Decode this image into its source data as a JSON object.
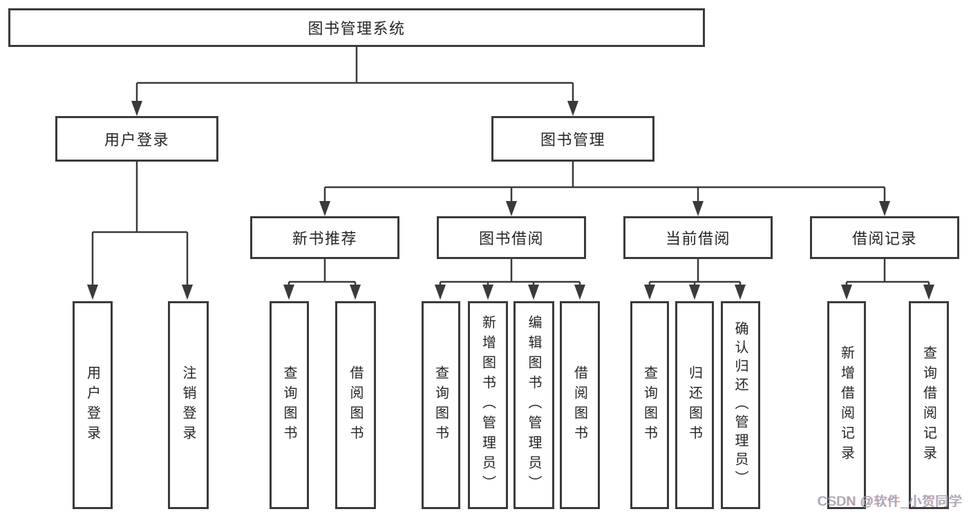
{
  "diagram": {
    "root": {
      "label": "图书管理系统"
    },
    "level2": [
      {
        "label": "用户登录"
      },
      {
        "label": "图书管理"
      }
    ],
    "level3": [
      {
        "label": "新书推荐"
      },
      {
        "label": "图书借阅"
      },
      {
        "label": "当前借阅"
      },
      {
        "label": "借阅记录"
      }
    ],
    "leaves": [
      {
        "label": "用户登录"
      },
      {
        "label": "注销登录"
      },
      {
        "label": "查询图书"
      },
      {
        "label": "借阅图书"
      },
      {
        "label": "查询图书"
      },
      {
        "label": "新增图书（管理员）"
      },
      {
        "label": "编辑图书（管理员）"
      },
      {
        "label": "借阅图书"
      },
      {
        "label": "查询图书"
      },
      {
        "label": "归还图书"
      },
      {
        "label": "确认归还（管理员）"
      },
      {
        "label": "新增借阅记录"
      },
      {
        "label": "查询借阅记录"
      }
    ]
  },
  "watermark": {
    "text": "CSDN @软件_小贺同学"
  },
  "colors": {
    "line": "#3a3a3a",
    "text": "#262626",
    "box_fill": "#ffffff",
    "background": "#ffffff",
    "watermark": "#a4a4a8"
  }
}
